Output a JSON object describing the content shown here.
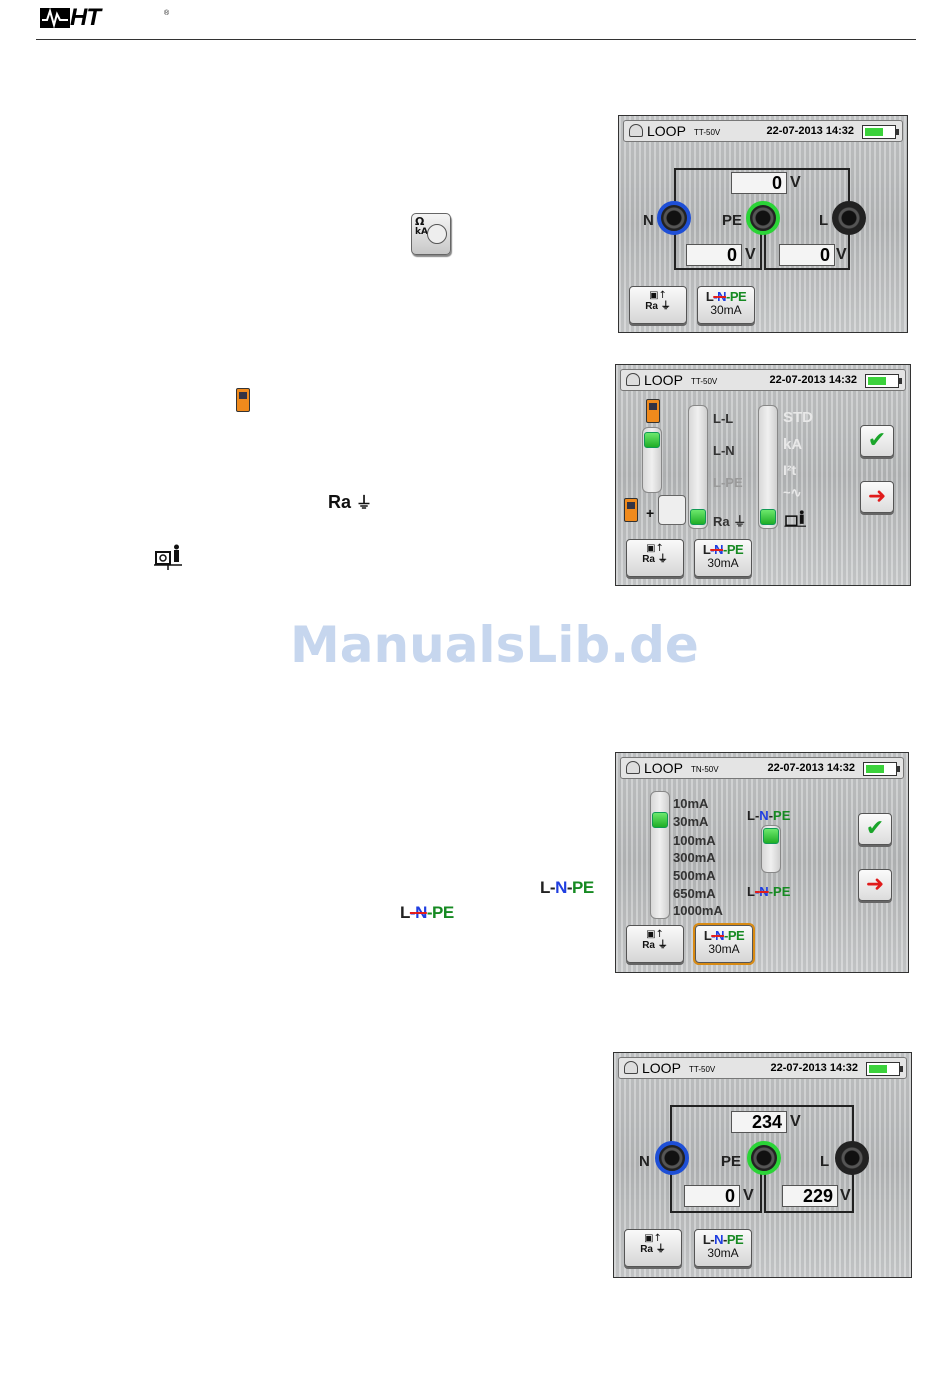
{
  "header": {
    "logo_text": "HT",
    "logo_mark": "®"
  },
  "watermark": "ManualsLib.de",
  "inline_icons": {
    "func_icon": "loop-function-icon",
    "func_icon_label_top": "Ω",
    "func_icon_label_bottom": "kA",
    "ra_text": "Ra",
    "ground_symbol": "⏚",
    "lnpe_l": "L",
    "lnpe_n": "N",
    "lnpe_pe": "PE",
    "dash": "-"
  },
  "screens": {
    "s1": {
      "title": "LOOP",
      "subtitle": "TT-50V",
      "datetime": "22-07-2013 14:32",
      "v_ne": "0",
      "v_npe": "0",
      "v_lpe": "0",
      "unit": "V",
      "label_n": "N",
      "label_pe": "PE",
      "label_l": "L",
      "btn1_line1": "Ra",
      "btn2_ma": "30mA"
    },
    "s2": {
      "title": "LOOP",
      "subtitle": "TT-50V",
      "datetime": "22-07-2013 14:32",
      "col2": [
        "L-L",
        "L-N",
        "L-PE",
        "Ra"
      ],
      "col3": [
        "STD",
        "kA",
        "I²t",
        "~∿"
      ],
      "btn1_line1": "Ra",
      "btn2_ma": "30mA",
      "plus": "+"
    },
    "s3": {
      "title": "LOOP",
      "subtitle": "TN-50V",
      "datetime": "22-07-2013 14:32",
      "currents": [
        "10mA",
        "30mA",
        "100mA",
        "300mA",
        "500mA",
        "650mA",
        "1000mA"
      ],
      "btn1_line1": "Ra",
      "btn2_ma": "30mA"
    },
    "s4": {
      "title": "LOOP",
      "subtitle": "TT-50V",
      "datetime": "22-07-2013 14:32",
      "v_ne": "234",
      "v_npe": "0",
      "v_lpe": "229",
      "unit": "V",
      "label_n": "N",
      "label_pe": "PE",
      "label_l": "L",
      "btn1_line1": "Ra",
      "btn2_ma": "30mA"
    }
  },
  "colors": {
    "n_blue": "#1f3ee0",
    "pe_green": "#168a22",
    "cross_red": "#e21c1c",
    "knob_green": "#2bd437",
    "device_orange": "#f08a1c"
  }
}
